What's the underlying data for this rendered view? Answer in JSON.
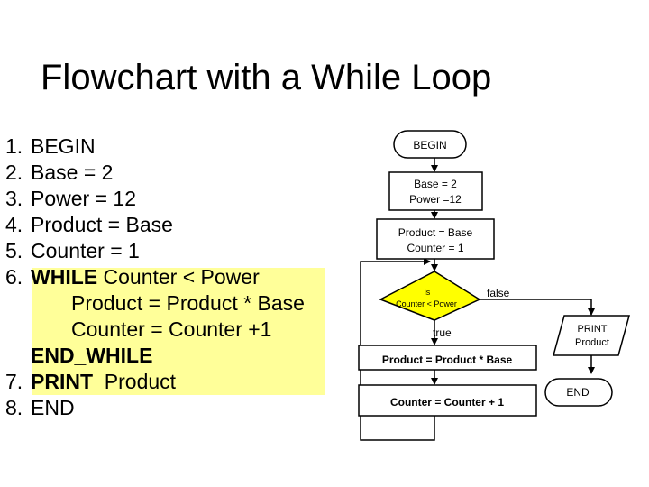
{
  "title": "Flowchart with a While Loop",
  "pseudocode": [
    {
      "num": "1.",
      "text": "BEGIN"
    },
    {
      "num": "2.",
      "text": "Base = 2"
    },
    {
      "num": "3.",
      "text": "Power = 12"
    },
    {
      "num": "4.",
      "text": "Product = Base"
    },
    {
      "num": "5.",
      "text": "Counter = 1"
    },
    {
      "num": "6.",
      "kw": "WHILE",
      "text": " Counter < Power"
    },
    {
      "text": "Product = Product * Base"
    },
    {
      "text": "Counter = Counter +1"
    },
    {
      "kw": "END_WHILE"
    },
    {
      "num": "7.",
      "kw": "PRINT",
      "text": "  Product"
    },
    {
      "num": "8.",
      "text": "END"
    }
  ],
  "flowchart": {
    "begin": "BEGIN",
    "init1_line1": "Base = 2",
    "init1_line2": "Power =12",
    "init2_line1": "Product = Base",
    "init2_line2": "Counter = 1",
    "decision_line1": "is",
    "decision_line2": "Counter < Power",
    "false_label": "false",
    "true_label": "true",
    "loop1": "Product = Product * Base",
    "loop2": "Counter = Counter + 1",
    "print_line1": "PRINT",
    "print_line2": "Product",
    "end": "END",
    "decision_color": "#ffff00",
    "highlight_color": "#ffff99"
  }
}
